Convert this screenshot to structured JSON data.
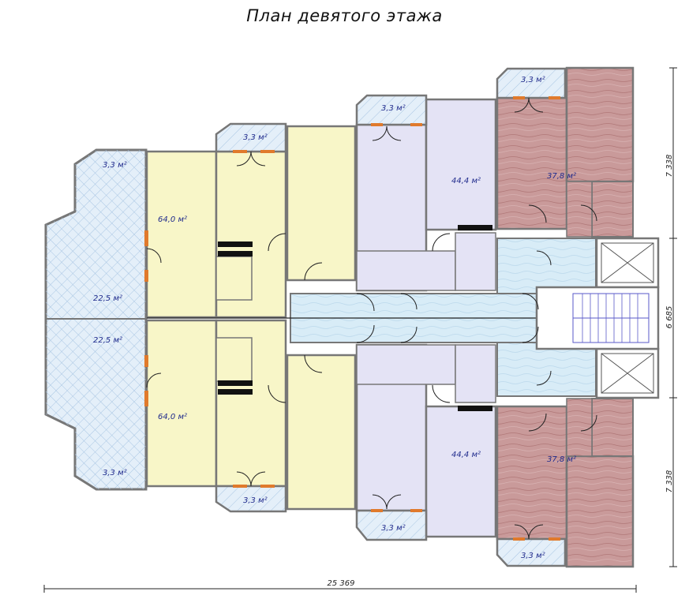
{
  "title": "План девятого этажа",
  "areas": {
    "balcony_left_top": "3,3 м²",
    "terrace_left_top": "22,5 м²",
    "terrace_left_bottom": "22,5 м²",
    "balcony_left_bottom": "3,3 м²",
    "apt_yellow_top": "64,0 м²",
    "apt_yellow_bottom": "64,0 м²",
    "balcony_yellow_top": "3,3 м²",
    "balcony_yellow_bottom": "3,3 м²",
    "balcony_purple_top": "3,3 м²",
    "balcony_purple_bottom": "3,3 м²",
    "apt_purple_top": "44,4 м²",
    "apt_purple_bottom": "44,4 м²",
    "balcony_red_top": "3,3 м²",
    "balcony_red_bottom": "3,3 м²",
    "apt_red_top": "37,8 м²",
    "apt_red_bottom": "37,8 м²"
  },
  "dimensions": {
    "right_top": "7 338",
    "right_middle": "6 685",
    "right_bottom": "7 338",
    "bottom_total": "25 369"
  },
  "colors": {
    "yellow": "#f8f6c8",
    "purple": "#e4e3f5",
    "red": "#c99a9a",
    "blue": "#d8ecf7",
    "terrace": "#e3eff8",
    "wall": "#777777",
    "label": "#1f2a8c"
  }
}
